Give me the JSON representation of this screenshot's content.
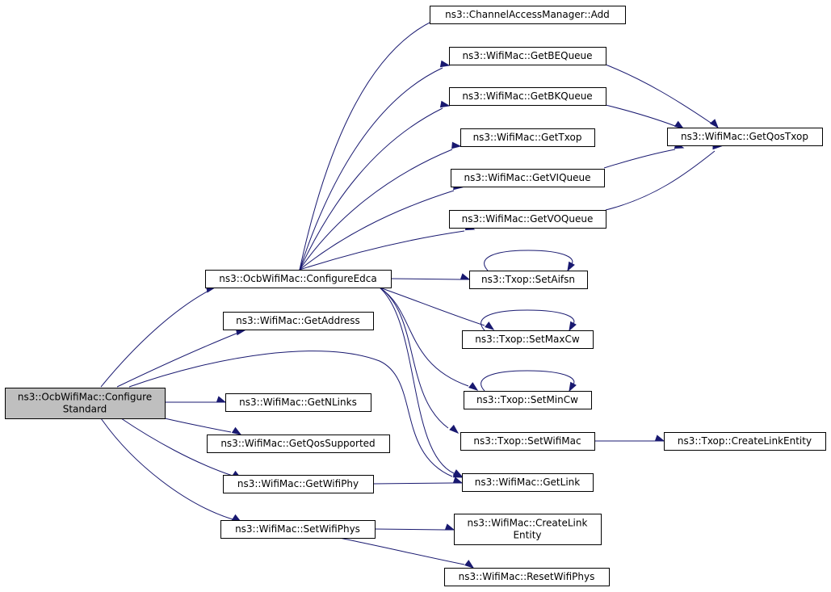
{
  "nodes": [
    {
      "id": "configure_standard",
      "lines": [
        "ns3::OcbWifiMac::Configure",
        "Standard"
      ],
      "root": true
    },
    {
      "id": "configure_edca",
      "lines": [
        "ns3::OcbWifiMac::ConfigureEdca"
      ]
    },
    {
      "id": "get_address",
      "lines": [
        "ns3::WifiMac::GetAddress"
      ]
    },
    {
      "id": "get_nlinks",
      "lines": [
        "ns3::WifiMac::GetNLinks"
      ]
    },
    {
      "id": "get_qos_supported",
      "lines": [
        "ns3::WifiMac::GetQosSupported"
      ]
    },
    {
      "id": "get_wifi_phy",
      "lines": [
        "ns3::WifiMac::GetWifiPhy"
      ]
    },
    {
      "id": "set_wifi_phys",
      "lines": [
        "ns3::WifiMac::SetWifiPhys"
      ]
    },
    {
      "id": "cam_add",
      "lines": [
        "ns3::ChannelAccessManager::Add"
      ]
    },
    {
      "id": "get_be_queue",
      "lines": [
        "ns3::WifiMac::GetBEQueue"
      ]
    },
    {
      "id": "get_bk_queue",
      "lines": [
        "ns3::WifiMac::GetBKQueue"
      ]
    },
    {
      "id": "get_txop",
      "lines": [
        "ns3::WifiMac::GetTxop"
      ]
    },
    {
      "id": "get_vi_queue",
      "lines": [
        "ns3::WifiMac::GetVIQueue"
      ]
    },
    {
      "id": "get_vo_queue",
      "lines": [
        "ns3::WifiMac::GetVOQueue"
      ]
    },
    {
      "id": "set_aifsn",
      "lines": [
        "ns3::Txop::SetAifsn"
      ]
    },
    {
      "id": "set_max_cw",
      "lines": [
        "ns3::Txop::SetMaxCw"
      ]
    },
    {
      "id": "set_min_cw",
      "lines": [
        "ns3::Txop::SetMinCw"
      ]
    },
    {
      "id": "set_wifi_mac",
      "lines": [
        "ns3::Txop::SetWifiMac"
      ]
    },
    {
      "id": "get_link",
      "lines": [
        "ns3::WifiMac::GetLink"
      ]
    },
    {
      "id": "create_link_entity_mac",
      "lines": [
        "ns3::WifiMac::CreateLink",
        "Entity"
      ]
    },
    {
      "id": "reset_wifi_phys",
      "lines": [
        "ns3::WifiMac::ResetWifiPhys"
      ]
    },
    {
      "id": "get_qos_txop",
      "lines": [
        "ns3::WifiMac::GetQosTxop"
      ]
    },
    {
      "id": "txop_create_link_entity",
      "lines": [
        "ns3::Txop::CreateLinkEntity"
      ]
    }
  ],
  "edges": [
    {
      "from": "configure_standard",
      "to": "configure_edca"
    },
    {
      "from": "configure_standard",
      "to": "get_address"
    },
    {
      "from": "configure_standard",
      "to": "get_link"
    },
    {
      "from": "configure_standard",
      "to": "get_nlinks"
    },
    {
      "from": "configure_standard",
      "to": "get_qos_supported"
    },
    {
      "from": "configure_standard",
      "to": "get_wifi_phy"
    },
    {
      "from": "configure_standard",
      "to": "set_wifi_phys"
    },
    {
      "from": "configure_edca",
      "to": "cam_add"
    },
    {
      "from": "configure_edca",
      "to": "get_be_queue"
    },
    {
      "from": "configure_edca",
      "to": "get_bk_queue"
    },
    {
      "from": "configure_edca",
      "to": "get_txop"
    },
    {
      "from": "configure_edca",
      "to": "get_vi_queue"
    },
    {
      "from": "configure_edca",
      "to": "get_vo_queue"
    },
    {
      "from": "configure_edca",
      "to": "set_aifsn"
    },
    {
      "from": "configure_edca",
      "to": "set_max_cw"
    },
    {
      "from": "configure_edca",
      "to": "set_min_cw"
    },
    {
      "from": "configure_edca",
      "to": "set_wifi_mac"
    },
    {
      "from": "configure_edca",
      "to": "get_link"
    },
    {
      "from": "get_be_queue",
      "to": "get_qos_txop"
    },
    {
      "from": "get_bk_queue",
      "to": "get_qos_txop"
    },
    {
      "from": "get_vi_queue",
      "to": "get_qos_txop"
    },
    {
      "from": "get_vo_queue",
      "to": "get_qos_txop"
    },
    {
      "from": "set_aifsn",
      "to": "set_aifsn"
    },
    {
      "from": "set_max_cw",
      "to": "set_max_cw"
    },
    {
      "from": "set_min_cw",
      "to": "set_min_cw"
    },
    {
      "from": "set_wifi_mac",
      "to": "txop_create_link_entity"
    },
    {
      "from": "get_wifi_phy",
      "to": "get_link"
    },
    {
      "from": "set_wifi_phys",
      "to": "create_link_entity_mac"
    },
    {
      "from": "set_wifi_phys",
      "to": "reset_wifi_phys"
    }
  ]
}
